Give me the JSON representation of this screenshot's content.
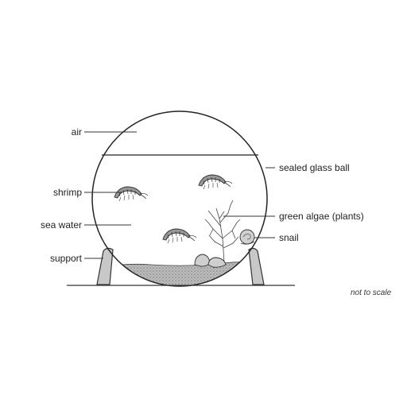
{
  "diagram": {
    "labels": {
      "air": "air",
      "shrimp": "shrimp",
      "sea_water": "sea water",
      "support": "support",
      "sealed_glass_ball": "sealed glass ball",
      "green_algae": "green algae (plants)",
      "snail": "snail"
    },
    "note": "not to scale"
  }
}
